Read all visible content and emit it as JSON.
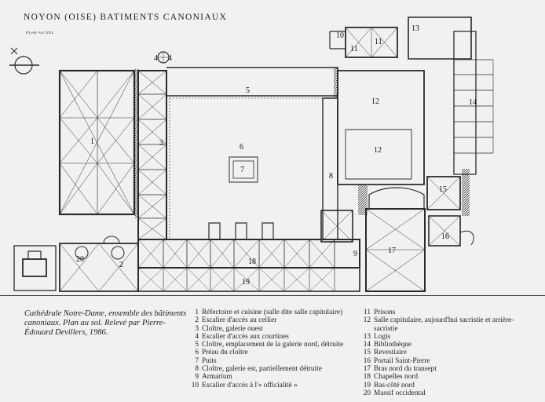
{
  "header": {
    "title": "NOYON (OISE) BATIMENTS CANONIAUX",
    "subtitle": "PLAN AU SOL"
  },
  "plan_labels": [
    "1",
    "2",
    "3",
    "4",
    "5",
    "6",
    "7",
    "8",
    "9",
    "10",
    "11",
    "12",
    "13",
    "14",
    "15",
    "16",
    "17",
    "18",
    "19",
    "20"
  ],
  "plan_labels_extra": {
    "l4": "4",
    "l11b": "11",
    "l12b": "12"
  },
  "caption": "Cathédrale Notre-Dame, ensemble des bâtiments canoniaux. Plan au sol. Relevé par Pierre-Édouard Devillers, 1986.",
  "legend_left": [
    {
      "n": "1",
      "text": "Réfectoire et cuisine (salle dite salle capitulaire)"
    },
    {
      "n": "2",
      "text": "Escalier d'accès au cellier"
    },
    {
      "n": "3",
      "text": "Cloître, galerie ouest"
    },
    {
      "n": "4",
      "text": "Escalier d'accès aux courtines"
    },
    {
      "n": "5",
      "text": "Cloître, emplacement de la galerie nord, détruite"
    },
    {
      "n": "6",
      "text": "Préau du cloître"
    },
    {
      "n": "7",
      "text": "Puits"
    },
    {
      "n": "8",
      "text": "Cloître, galerie est, partiellement détruite"
    },
    {
      "n": "9",
      "text": "Armarium"
    },
    {
      "n": "10",
      "text": "Escalier d'accès à l'« officialité »"
    }
  ],
  "legend_right": [
    {
      "n": "11",
      "text": "Prisons"
    },
    {
      "n": "12",
      "text": "Salle capitulaire, aujourd'hui sacristie et arrière-sacristie"
    },
    {
      "n": "13",
      "text": "Logis"
    },
    {
      "n": "14",
      "text": "Bibliothèque"
    },
    {
      "n": "15",
      "text": "Revestiaire"
    },
    {
      "n": "16",
      "text": "Portail Saint-Pierre"
    },
    {
      "n": "17",
      "text": "Bras nord du transept"
    },
    {
      "n": "18",
      "text": "Chapelles nord"
    },
    {
      "n": "19",
      "text": "Bas-côté nord"
    },
    {
      "n": "20",
      "text": "Massif occidental"
    }
  ],
  "colors": {
    "ink": "#1e1e1e",
    "paper": "#f1f1ef",
    "wall": "#2a2a2a"
  }
}
